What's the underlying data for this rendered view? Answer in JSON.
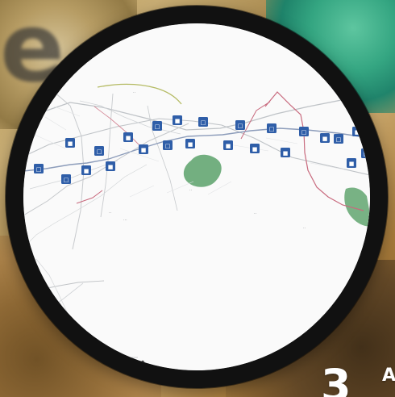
{
  "overlay": {
    "number": "3",
    "letter": "A"
  },
  "map": {
    "marker_count": 24
  },
  "colors": {
    "marker_blue": "#2f5ea8",
    "park_green": "#6cab79",
    "route_red": "#c86a7e",
    "river_teal": "#58b6c3",
    "road_gray": "#b8bbc0"
  }
}
